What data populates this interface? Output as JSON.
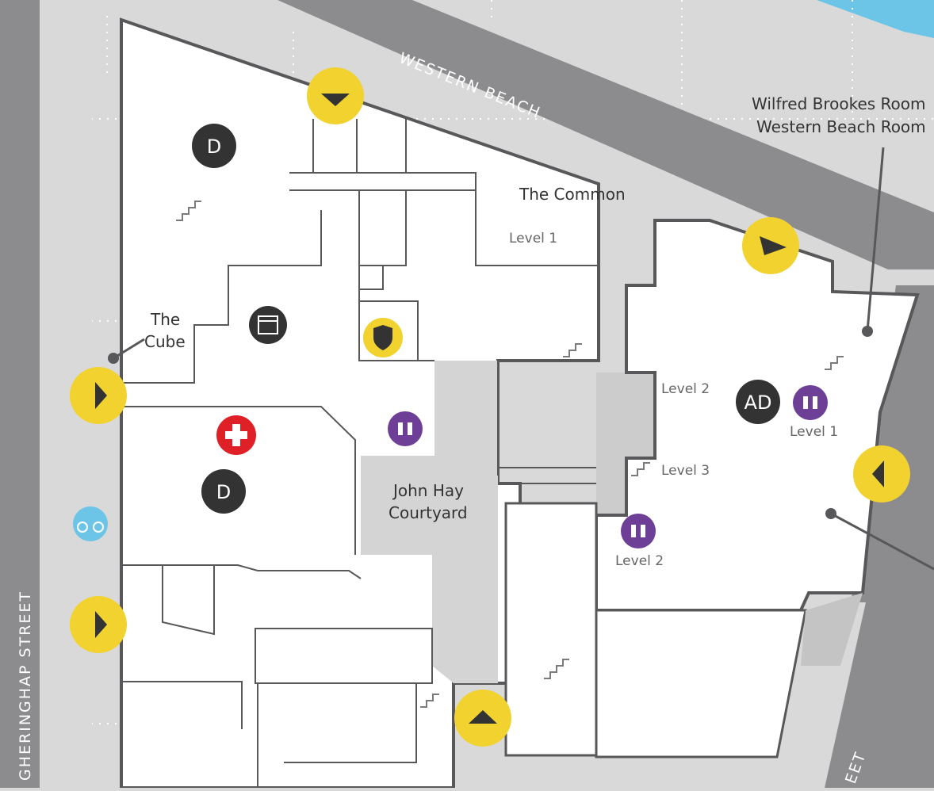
{
  "streets": {
    "west": "GHERINGHAP STREET",
    "north": "WESTERN BEACH",
    "southeast": "EET"
  },
  "rooms": {
    "wilfred": "Wilfred Brookes Room",
    "western_beach": "Western Beach Room",
    "the_common": "The Common",
    "the_common_level": "Level 1",
    "the_cube_line1": "The",
    "the_cube_line2": "Cube",
    "courtyard_line1": "John Hay",
    "courtyard_line2": "Courtyard"
  },
  "levels": {
    "level2_bridge": "Level 2",
    "level3_bridge": "Level 3",
    "toilets_east": "Level 1",
    "toilets_bridge": "Level 2"
  },
  "badges": {
    "d_top": "D",
    "d_bottom": "D",
    "ad": "AD"
  },
  "colors": {
    "background": "#d9d9d9",
    "road": "#8c8c8e",
    "building": "#ffffff",
    "courtyard": "#d4d4d4",
    "outline": "#58585a",
    "entrance": "#f1d22f",
    "toilet": "#6e3f97",
    "first_aid": "#e02027",
    "bike": "#6cc5e7",
    "badge": "#333333"
  },
  "icons": [
    "entrance-arrow-icon",
    "stairs-icon",
    "toilets-icon",
    "first-aid-icon",
    "calendar-icon",
    "security-shield-icon",
    "bike-parking-icon",
    "accessible-badge"
  ]
}
